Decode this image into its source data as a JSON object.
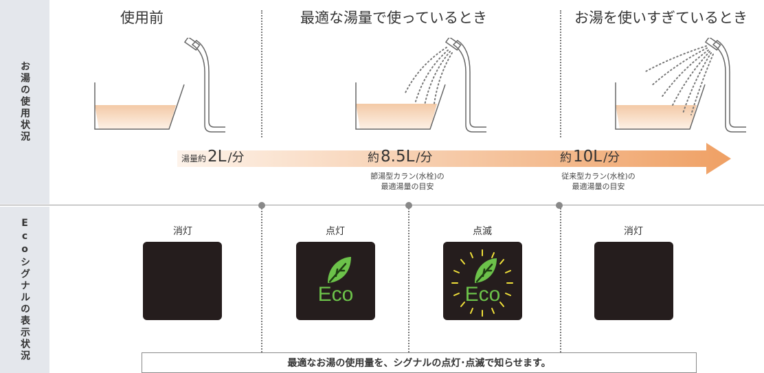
{
  "sidebar": {
    "top_label": "お湯の使用状況",
    "bottom_label": "Ecoシグナルの表示状況"
  },
  "phases": [
    {
      "title": "使用前"
    },
    {
      "title": "最適な湯量で使っているとき"
    },
    {
      "title": "お湯を使いすぎているとき"
    }
  ],
  "flow": {
    "start": {
      "prefix": "湯量約",
      "number": "2L",
      "unit": "/分"
    },
    "mid": {
      "prefix": "約",
      "number": "8.5L",
      "unit": "/分",
      "note_line1": "節湯型カラン(水栓)の",
      "note_line2": "最適湯量の目安"
    },
    "end": {
      "prefix": "約",
      "number": "10L",
      "unit": "/分",
      "note_line1": "従来型カラン(水栓)の",
      "note_line2": "最適湯量の目安"
    }
  },
  "signals": [
    {
      "label": "消灯",
      "state": "off"
    },
    {
      "label": "点灯",
      "state": "on",
      "text": "Eco"
    },
    {
      "label": "点滅",
      "state": "blink",
      "text": "Eco"
    },
    {
      "label": "消灯",
      "state": "off"
    }
  ],
  "message": "最適なお湯の使用量を、シグナルの点灯･点滅で知らせます。",
  "colors": {
    "sidebar_bg": "#e4e7ec",
    "arrow_start": "#fdf3ea",
    "arrow_end": "#efa064",
    "water_top": "#f3c9a6",
    "water_bottom": "#fdf1e6",
    "eco_green": "#6cc24a",
    "blink_yellow": "#f2e23a",
    "panel_bg": "#251d1d"
  }
}
